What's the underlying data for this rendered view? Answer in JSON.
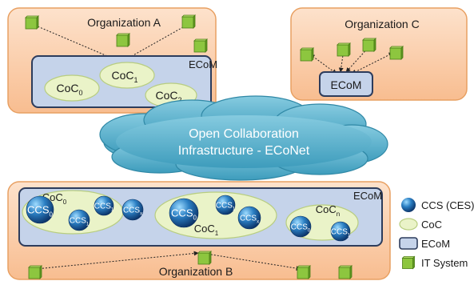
{
  "organizations": {
    "a": {
      "label": "Organization A",
      "ecom_label": "ECoM",
      "cocs": [
        {
          "main": "CoC",
          "sub": "0"
        },
        {
          "main": "CoC",
          "sub": "1"
        },
        {
          "main": "CoC",
          "sub": "2"
        }
      ]
    },
    "b": {
      "label": "Organization B",
      "ecom_label": "ECoM",
      "cocs": [
        {
          "main": "CoC",
          "sub": "0",
          "ccs": [
            {
              "main": "CCS",
              "sub": "0"
            },
            {
              "main": "CCS",
              "sub": "1"
            },
            {
              "main": "CCS",
              "sub": "1"
            },
            {
              "main": "CCS",
              "sub": "x"
            }
          ]
        },
        {
          "main": "CoC",
          "sub": "1",
          "ccs": [
            {
              "main": "CCS",
              "sub": "0"
            },
            {
              "main": "CCS",
              "sub": "1"
            },
            {
              "main": "CCS",
              "sub": "x"
            }
          ]
        },
        {
          "main": "CoC",
          "sub": "n",
          "ccs": [
            {
              "main": "CCS",
              "sub": "0"
            },
            {
              "main": "CCS",
              "sub": "1"
            }
          ]
        }
      ]
    },
    "c": {
      "label": "Organization C",
      "ecom_label": "ECoM"
    }
  },
  "network": {
    "line1": "Open Collaboration",
    "line2": "Infrastructure - ECoNet"
  },
  "legend": [
    {
      "icon": "ccs-sphere-icon",
      "label": "CCS (CES)"
    },
    {
      "icon": "coc-ellipse-icon",
      "label": "CoC"
    },
    {
      "icon": "ecom-box-icon",
      "label": "ECoM"
    },
    {
      "icon": "it-system-cube-icon",
      "label": "IT System"
    }
  ],
  "colors": {
    "org_fill": "#fbd5b5",
    "org_stroke": "#e8a062",
    "ecom_fill": "#c5d3ea",
    "ecom_stroke": "#2d3c5c",
    "coc_fill": "#eaf3c8",
    "coc_stroke": "#b8cd80",
    "cloud_fill": "#5fb3cd",
    "cloud_stroke": "#2f88a6",
    "cube_front": "#8dc63f",
    "cube_top": "#b9e06a",
    "cube_side": "#5f9a1e",
    "ccs_light": "#7cc6f2",
    "ccs_dark": "#0d3f78",
    "text": "#1a1a1a"
  }
}
